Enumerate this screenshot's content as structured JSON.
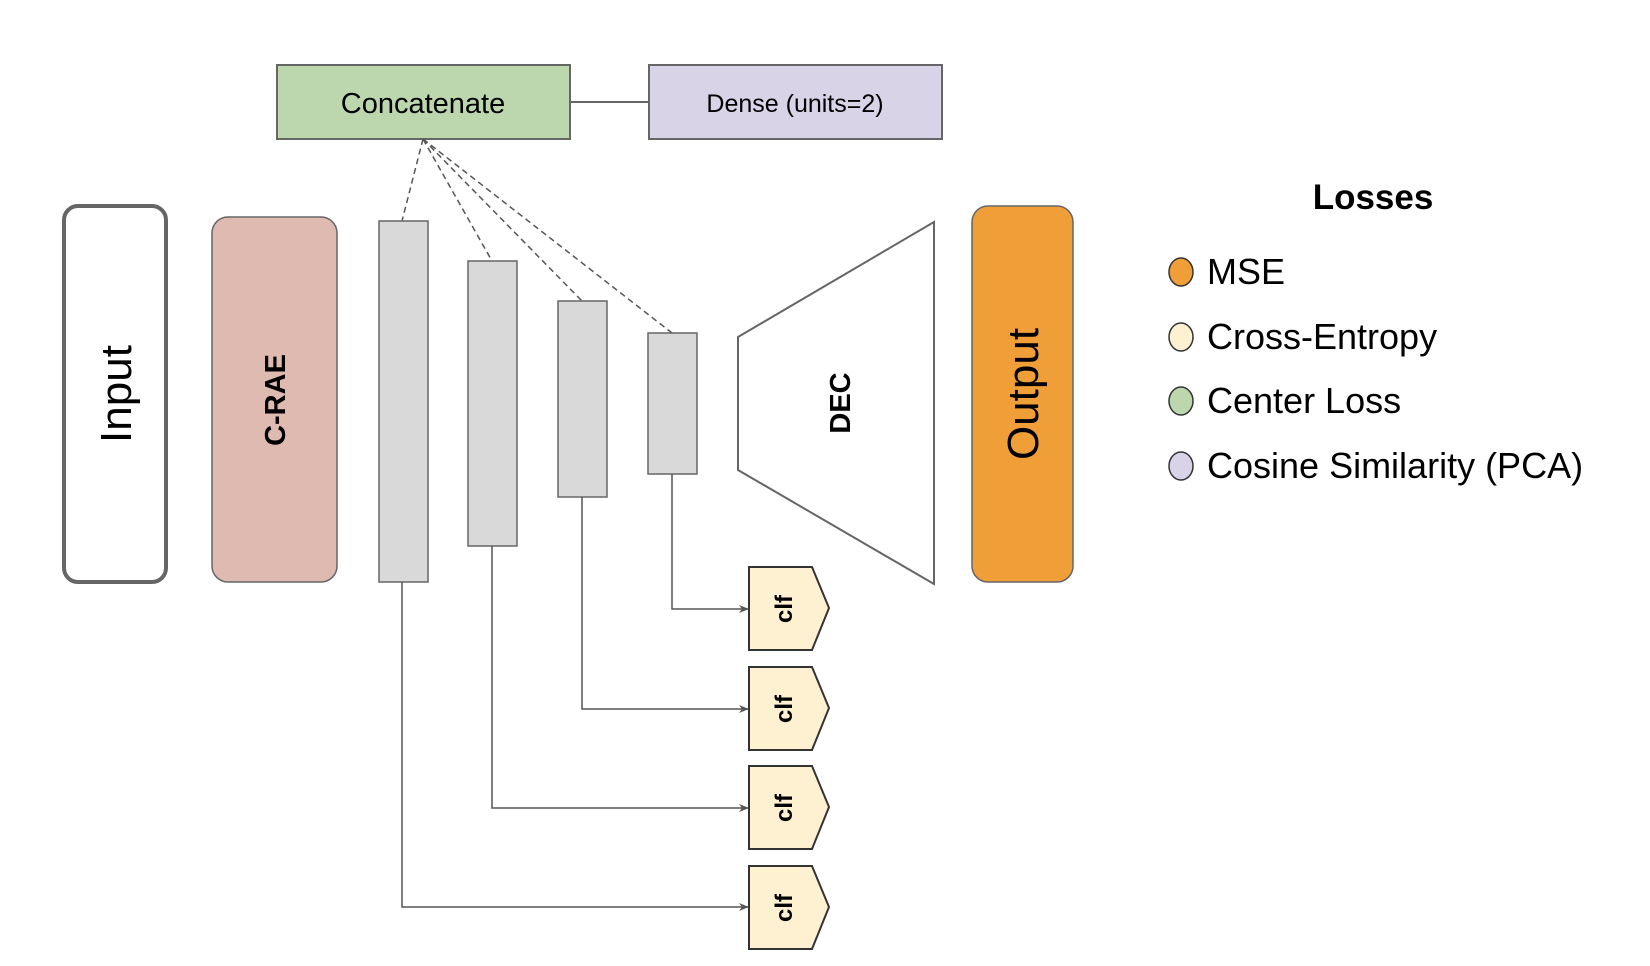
{
  "top": {
    "concatenate": {
      "label": "Concatenate",
      "color": "#bcd7ad"
    },
    "dense": {
      "label": "Dense (units=2)",
      "color": "#d9d3e8"
    }
  },
  "blocks": {
    "input": {
      "label": "Input"
    },
    "crae": {
      "label": "C-RAE",
      "color": "#dfbab1"
    },
    "dec": {
      "label": "DEC"
    },
    "output": {
      "label": "Output",
      "color": "#f09f38"
    }
  },
  "feature_layer_color": "#d9d9d9",
  "classifiers": [
    {
      "label": "clf"
    },
    {
      "label": "clf"
    },
    {
      "label": "clf"
    },
    {
      "label": "clf"
    }
  ],
  "classifier_color": "#fdf1d2",
  "legend": {
    "title": "Losses",
    "items": [
      {
        "label": "MSE",
        "color": "#f09f38"
      },
      {
        "label": "Cross-Entropy",
        "color": "#fdf1d2"
      },
      {
        "label": "Center Loss",
        "color": "#bcd7ad"
      },
      {
        "label": "Cosine Similarity (PCA)",
        "color": "#d9d3e8"
      }
    ]
  }
}
